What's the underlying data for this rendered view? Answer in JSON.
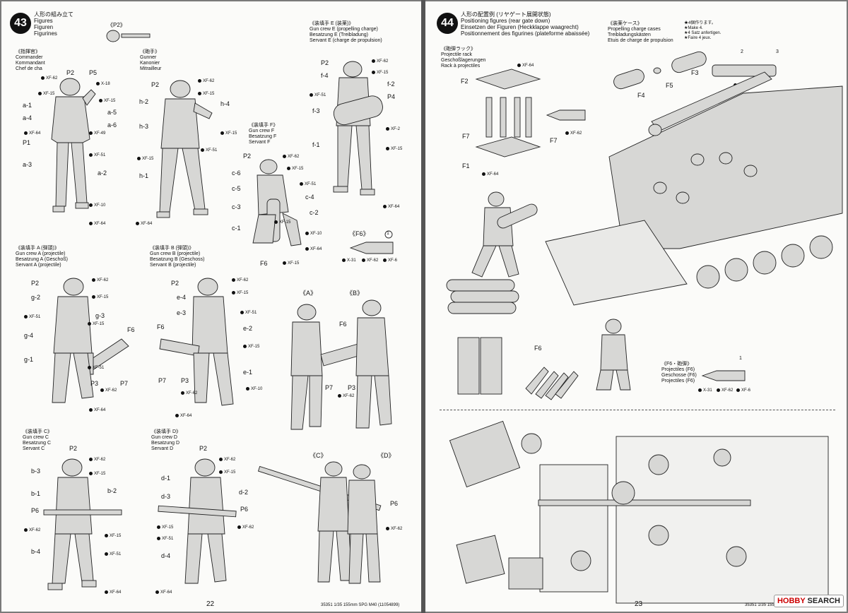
{
  "left_page": {
    "step_number": "43",
    "step_title": "人形の組み立て",
    "step_sub": [
      "Figures",
      "Figuren",
      "Figurines"
    ],
    "part_ref": "《P2》",
    "page_number": "22",
    "footer": "35351  1/35 155mm SPG M40 (11054899)",
    "commander": {
      "title": [
        "《指揮官》",
        "Commander",
        "Kommandant",
        "Chef de cha"
      ],
      "parts": [
        "P2",
        "P5",
        "a-1",
        "a-4",
        "P1",
        "a-3",
        "a-5",
        "a-6",
        "a-2"
      ],
      "paints": [
        "XF-62",
        "X-18",
        "XF-15",
        "XF-15",
        "XF-64",
        "XF-49",
        "XF-51",
        "XF-10",
        "XF-64"
      ]
    },
    "gunner": {
      "title": [
        "《砲手》",
        "Gunner",
        "Kanonier",
        "Mitrailleur"
      ],
      "parts": [
        "P2",
        "h-2",
        "h-3",
        "h-1",
        "h-4"
      ],
      "paints": [
        "XF-62",
        "XF-15",
        "XF-15",
        "XF-15",
        "XF-51",
        "XF-64"
      ]
    },
    "crew_e": {
      "title": [
        "《装填手 E (装薬)》",
        "Gun crew E (propelling charge)",
        "Besatzung E (Treibladung)",
        "Servant E (charge de propulsion)"
      ],
      "parts": [
        "P2",
        "f-4",
        "f-2",
        "P4",
        "f-3",
        "f-1"
      ],
      "paints": [
        "XF-62",
        "XF-15",
        "XF-51",
        "XF-2",
        "XF-15",
        "XF-64"
      ]
    },
    "crew_f": {
      "title": [
        "《装填手 F》",
        "Gun crew F",
        "Besatzung F",
        "Servant F"
      ],
      "parts": [
        "P2",
        "c-6",
        "c-5",
        "c-3",
        "c-4",
        "c-2",
        "c-1",
        "F6"
      ],
      "paints": [
        "XF-62",
        "XF-15",
        "XF-51",
        "XF-15",
        "XF-10",
        "XF-64",
        "XF-15"
      ]
    },
    "f6_shell": {
      "label": "《F6》",
      "paints": [
        "X-31",
        "XF-62",
        "XF-6"
      ],
      "mark": "1"
    },
    "crew_a": {
      "title": [
        "《装填手 A (弾頭)》",
        "Gun crew A (projectile)",
        "Besatzung A (Geschoß)",
        "Servant A (projectile)"
      ],
      "parts": [
        "P2",
        "g-2",
        "g-3",
        "g-4",
        "F6",
        "g-1",
        "P3",
        "P7"
      ],
      "paints": [
        "XF-62",
        "XF-15",
        "XF-51",
        "XF-15",
        "XF-51",
        "XF-62",
        "XF-64"
      ]
    },
    "crew_b": {
      "title": [
        "《装填手 B (弾頭)》",
        "Gun crew B (projectile)",
        "Besatzung B (Geschoss)",
        "Servant B (projectile)"
      ],
      "parts": [
        "P2",
        "e-4",
        "e-3",
        "F6",
        "e-2",
        "e-1",
        "P7",
        "P3"
      ],
      "paints": [
        "XF-62",
        "XF-15",
        "XF-51",
        "XF-15",
        "XF-62",
        "XF-10",
        "XF-64"
      ]
    },
    "ab_pair": {
      "a": "《A》",
      "b": "《B》",
      "parts": [
        "F6",
        "P7",
        "P3"
      ],
      "paint": "XF-62"
    },
    "crew_c": {
      "title": [
        "《装填手 C》",
        "Gun crew C",
        "Besatzung C",
        "Servant C"
      ],
      "parts": [
        "P2",
        "b-3",
        "b-1",
        "b-2",
        "P6",
        "b-4"
      ],
      "paints": [
        "XF-62",
        "XF-15",
        "XF-62",
        "XF-15",
        "XF-51",
        "XF-64"
      ]
    },
    "crew_d": {
      "title": [
        "《装填手 D》",
        "Gun crew D",
        "Besatzung D",
        "Servant D"
      ],
      "parts": [
        "P2",
        "d-1",
        "d-3",
        "d-2",
        "P6",
        "d-4"
      ],
      "paints": [
        "XF-62",
        "XF-15",
        "XF-51",
        "XF-15",
        "XF-62",
        "XF-64"
      ]
    },
    "cd_pair": {
      "c": "《C》",
      "d": "《D》",
      "part": "P6",
      "paint": "XF-62"
    }
  },
  "right_page": {
    "step_number": "44",
    "step_title": "人形の配置例 (リヤゲート展開状態)",
    "step_sub": [
      "Positioning figures (rear gate down)",
      "Einsetzen der Figuren (Heckklappe waagrecht)",
      "Positionnement des figurines (plateforme abaissée)"
    ],
    "page_number": "23",
    "footer": "35351  1/35 155mm SPG M40 (11054899)",
    "rack": {
      "title": [
        "《砲弾ラック》",
        "Projectile rack",
        "Geschoßlagerungen",
        "Rack à projectiles"
      ],
      "parts": [
        "F2",
        "F7",
        "F7",
        "F1"
      ],
      "paints": [
        "XF-64",
        "XF-64",
        "XF-62"
      ]
    },
    "cases": {
      "title": [
        "《装薬ケース》",
        "Propelling charge cases",
        "Treibladungskästen",
        "Etuis de charge de propulsion"
      ],
      "note": [
        "★4個作ります。",
        "★Make 4.",
        "★4 Satz anfertigen.",
        "★Faire 4 jeux."
      ],
      "parts": [
        "F4",
        "F5",
        "F3"
      ],
      "paint": "XF-62",
      "marks": [
        "2",
        "3"
      ]
    },
    "f6_bundle": "F6",
    "f6_shell": {
      "title": [
        "《F6・砲弾》",
        "Projectiles (F6)",
        "Geschosse (F6)",
        "Projectiles (F6)"
      ],
      "paints": [
        "X-31",
        "XF-62",
        "XF-6"
      ],
      "mark": "1"
    },
    "watermark": {
      "brand": "HOBBY",
      "text": "SEARCH"
    }
  }
}
